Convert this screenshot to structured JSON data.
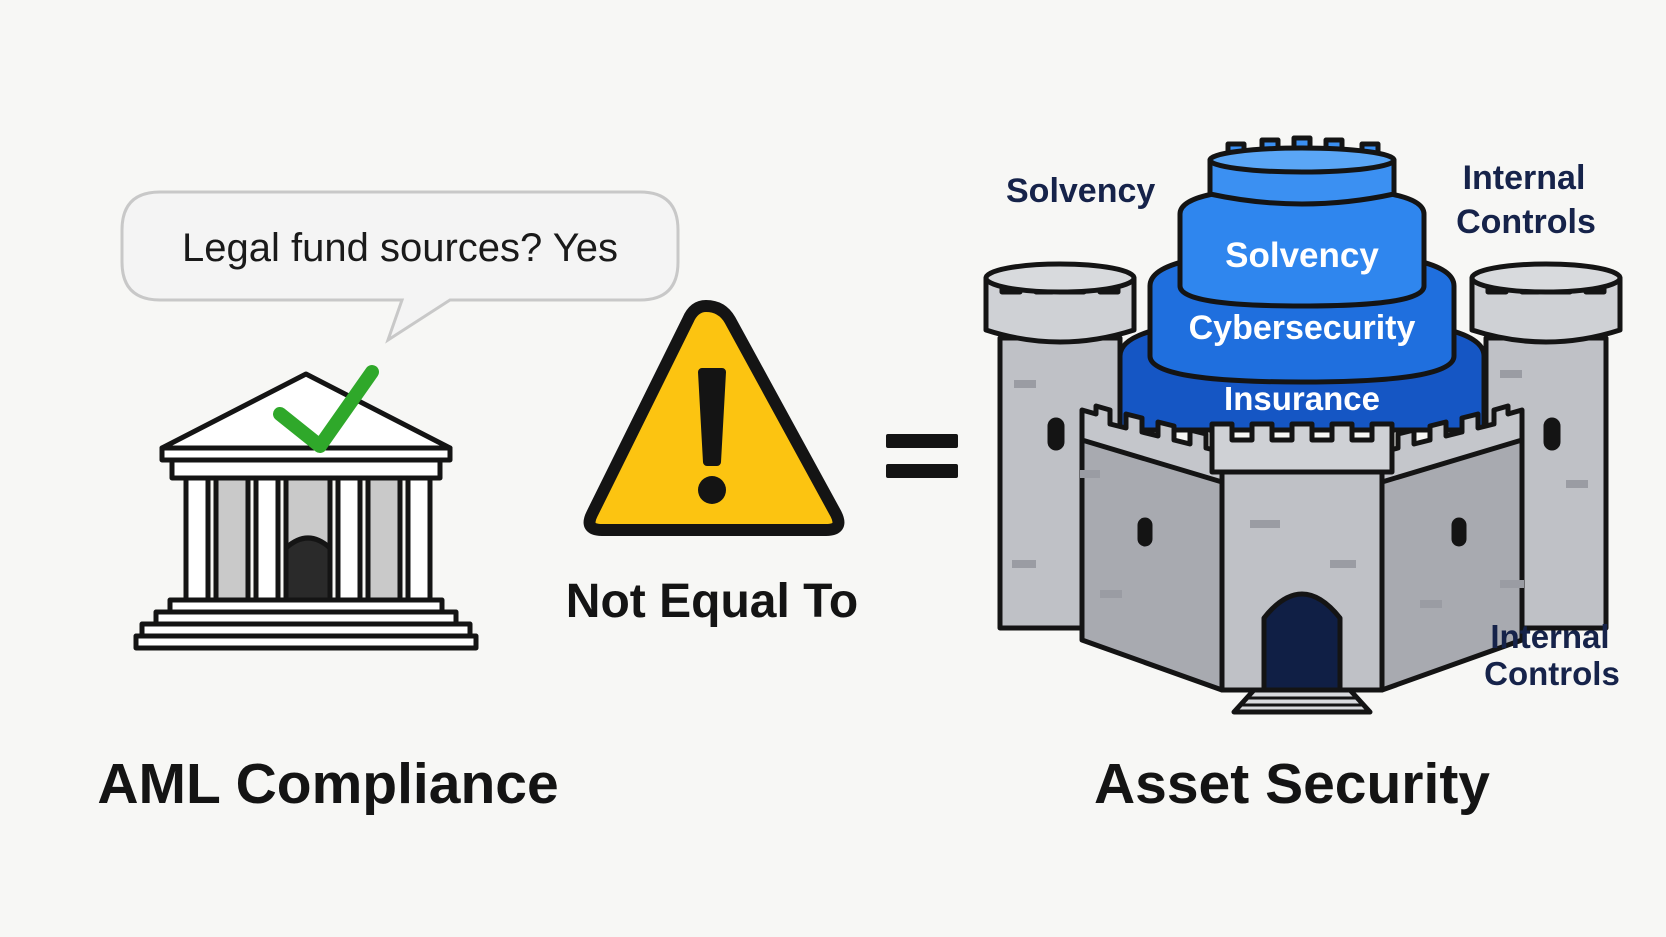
{
  "speech_bubble": {
    "text": "Legal fund sources? Yes"
  },
  "warning": {
    "caption": "Not Equal To"
  },
  "equals_sign": "=",
  "left_title": "AML Compliance",
  "right_title": "Asset Security",
  "castle": {
    "tier_labels": [
      "Solvency",
      "Cybersecurity",
      "Insurance"
    ],
    "side_labels": {
      "top_left": "Solvency",
      "top_right_line1": "Internal",
      "top_right_line2": "Controls",
      "bottom_right_line1": "Internal",
      "bottom_right_line2": "Controls"
    }
  },
  "colors": {
    "background": "#f7f7f5",
    "warning_yellow": "#fcc411",
    "check_green": "#2fa82a",
    "tier_blue_light": "#2f86ee",
    "tier_blue_mid": "#1f6fde",
    "tier_blue_dark": "#1556c4",
    "stone": "#bfc1c6",
    "stone_dark": "#9a9ca3",
    "ink": "#141414",
    "label_navy": "#16234a"
  }
}
